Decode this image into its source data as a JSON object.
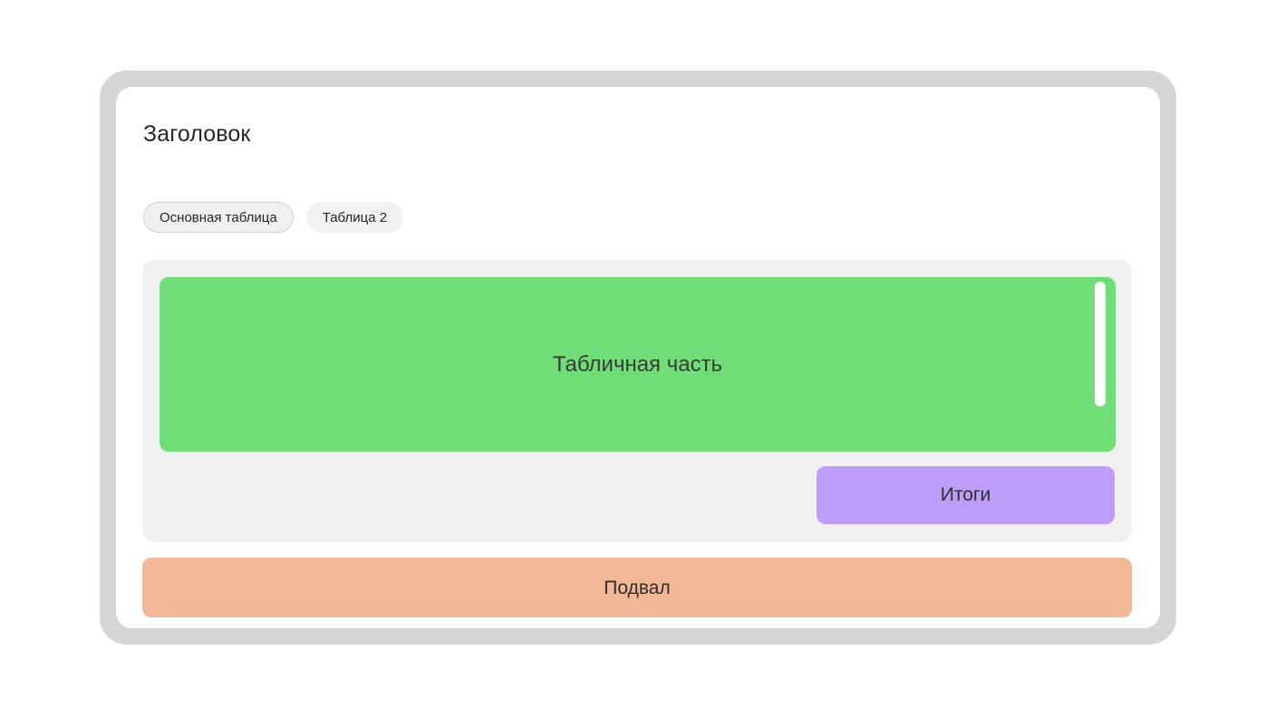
{
  "window": {
    "frame_color": "#d6d6d6",
    "card_color": "#ffffff"
  },
  "header": {
    "title": "Заголовок"
  },
  "tabs": {
    "items": [
      {
        "label": "Основная таблица",
        "active": true
      },
      {
        "label": "Таблица 2",
        "active": false
      }
    ]
  },
  "table_panel": {
    "background_color": "#f0f0f0",
    "tabular_part": {
      "label": "Табличная часть",
      "color": "#6fde77",
      "scrollbar": {
        "name": "vertical-scrollbar",
        "thumb_color": "#ffffff"
      }
    },
    "totals": {
      "label": "Итоги",
      "color": "#be9dfa"
    }
  },
  "footer": {
    "label": "Подвал",
    "color": "#f2b796"
  }
}
